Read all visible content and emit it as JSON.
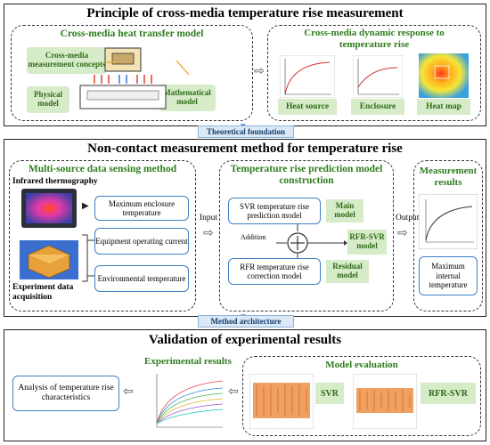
{
  "top": {
    "title": "Principle of cross-media temperature rise measurement",
    "heat_model": {
      "title": "Cross-media heat transfer model",
      "concepts": "Cross-media measurement concepts",
      "physical": "Physical model",
      "mathematical": "Mathematical model"
    },
    "dynamic": {
      "title": "Cross-media dynamic response to temperature rise",
      "labels": [
        "Heat source",
        "Enclosure",
        "Heat map"
      ]
    }
  },
  "banner1": "Theoretical foundation",
  "middle": {
    "title": "Non-contact measurement method for temperature rise",
    "sensing": {
      "title": "Multi-source data sensing method",
      "infrared": "Infrared thermography",
      "acquisition": "Experiment data acquisition",
      "boxes": [
        "Maximum enclosure temperature",
        "Equipment operating current",
        "Environmental temperature"
      ]
    },
    "input_label": "Input",
    "prediction": {
      "title": "Temperature rise prediction model construction",
      "svr": "SVR temperature rise prediction model",
      "rfr": "RFR temperature rise correction model",
      "main": "Main model",
      "rfr_svr": "RFR-SVR model",
      "residual": "Residual model",
      "addition": "Addition"
    },
    "output_label": "Output",
    "results": {
      "title": "Measurement results",
      "value": "Maximum internal temperature"
    }
  },
  "banner2": "Method architecture",
  "bottom": {
    "title": "Validation of experimental results",
    "exp_title": "Experimental results",
    "analysis": "Analysis of temperature rise characteristics",
    "eval_title": "Model evaluation",
    "svr": "SVR",
    "rfr_svr": "RFR-SVR"
  },
  "colors": {
    "green_text": "#2e7d1e",
    "green_box": "#d6ebc8",
    "blue_border": "#3d7fc4",
    "banner_bg": "#dbe8f6"
  }
}
